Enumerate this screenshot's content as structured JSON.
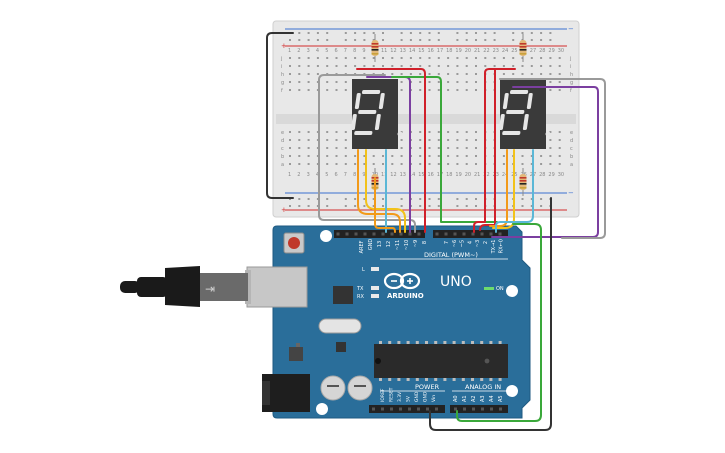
{
  "colors": {
    "board": "#2a6e9a",
    "board_edge": "#1f5a82",
    "breadboard": "#e8e8e8",
    "rail_red": "#d22d2d",
    "rail_blue": "#3a6fd1",
    "display": "#3a3a3a",
    "segment": "#e6e6e6",
    "wire_red": "#d0202a",
    "wire_green": "#3aa83a",
    "wire_purple": "#7b3fa0",
    "wire_gray": "#9a9a9a",
    "wire_black": "#333333",
    "wire_orange": "#f29a1a",
    "wire_yellow": "#f2c21a",
    "wire_blue": "#5bb7d6"
  },
  "arduino": {
    "logo_text": "ARDUINO",
    "model": "UNO",
    "digital_header": "DIGITAL (PWM~)",
    "power_header": "POWER",
    "analog_header": "ANALOG IN",
    "on_label": "ON",
    "l_label": "L",
    "tx_label": "TX",
    "rx_label": "RX",
    "digital_pins": [
      "AREF",
      "GND",
      "13",
      "12",
      "~11",
      "~10",
      "~9",
      "8",
      "7",
      "~6",
      "~5",
      "4",
      "~3",
      "2",
      "TX→1",
      "RX←0"
    ],
    "power_pins": [
      "IOREF",
      "RESET",
      "3.3V",
      "5V",
      "GND",
      "GND",
      "Vin"
    ],
    "analog_pins": [
      "A0",
      "A1",
      "A2",
      "A3",
      "A4",
      "A5"
    ]
  },
  "breadboard": {
    "plus_label": "+",
    "minus_label": "−",
    "row_letters_top": [
      "j",
      "i",
      "h",
      "g",
      "f"
    ],
    "row_letters_bottom": [
      "e",
      "d",
      "c",
      "b",
      "a"
    ],
    "col_numbers": [
      "1",
      "2",
      "3",
      "4",
      "5",
      "6",
      "7",
      "8",
      "9",
      "10",
      "11",
      "12",
      "13",
      "14",
      "15",
      "16",
      "17",
      "18",
      "19",
      "20",
      "21",
      "22",
      "23",
      "24",
      "25",
      "26",
      "27",
      "28",
      "29",
      "30"
    ]
  }
}
